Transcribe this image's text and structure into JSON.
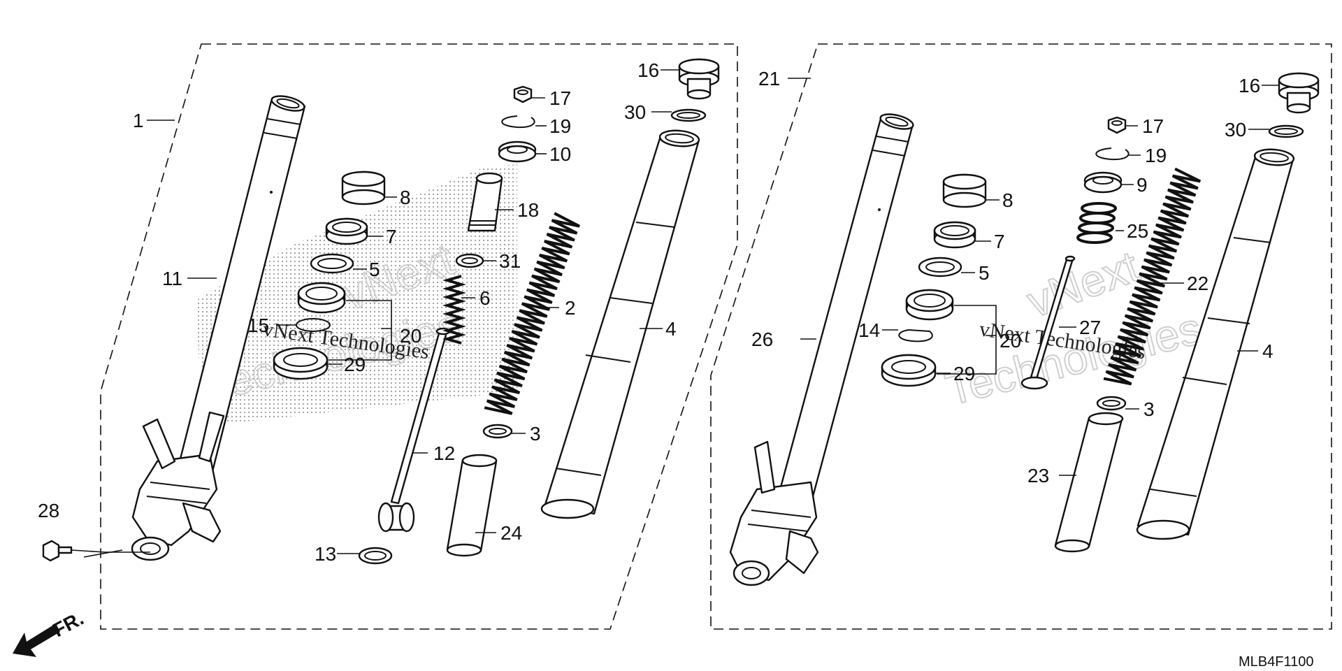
{
  "labels": {
    "l1": "1",
    "l11": "11",
    "l8": "8",
    "l7": "7",
    "l5": "5",
    "l15": "15",
    "l20": "20",
    "l29a": "29",
    "l28": "28",
    "l13": "13",
    "l12": "12",
    "l17a": "17",
    "l19a": "19",
    "l10": "10",
    "l18": "18",
    "l31": "31",
    "l6": "6",
    "l2": "2",
    "l3a": "3",
    "l24": "24",
    "l16a": "16",
    "l30a": "30",
    "l4a": "4",
    "l21": "21",
    "l26": "26",
    "l8b": "8",
    "l7b": "7",
    "l5b": "5",
    "l14": "14",
    "l20b": "20",
    "l29b": "29",
    "l17b": "17",
    "l19b": "19",
    "l9": "9",
    "l25": "25",
    "l27": "27",
    "l22": "22",
    "l3b": "3",
    "l23": "23",
    "l16b": "16",
    "l30b": "30",
    "l4b": "4"
  },
  "direction_label": "FR.",
  "diagram_code": "MLB4F1100",
  "watermark": {
    "line1": "vNext",
    "line2": "Technologies",
    "combined": "vNext Technologies"
  }
}
